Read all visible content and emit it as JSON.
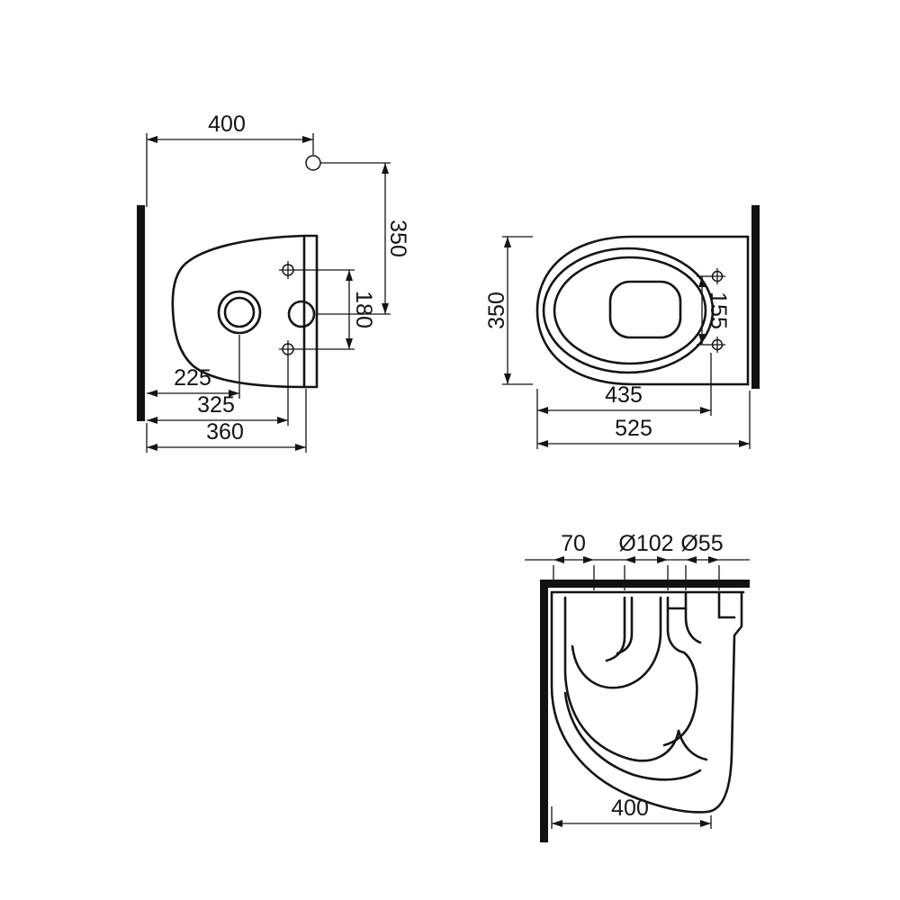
{
  "drawing": {
    "background": "#ffffff",
    "line_color": "#141414",
    "rear_view": {
      "name": "rear-elevation",
      "dim_top_width": "400",
      "dim_height": "350",
      "dim_hole_spacing": "180",
      "dim_drain_offset": "225",
      "dim_fixing_depth": "325",
      "dim_total_depth": "360"
    },
    "plan_view": {
      "name": "plan-view",
      "dim_width": "350",
      "dim_fixing_spacing": "155",
      "dim_bowl_length": "435",
      "dim_total_length": "525"
    },
    "section_view": {
      "name": "section-view",
      "dim_rim_offset": "70",
      "dim_inlet_diameter": "Ø102",
      "dim_outlet_diameter": "Ø55",
      "dim_depth": "400"
    }
  }
}
